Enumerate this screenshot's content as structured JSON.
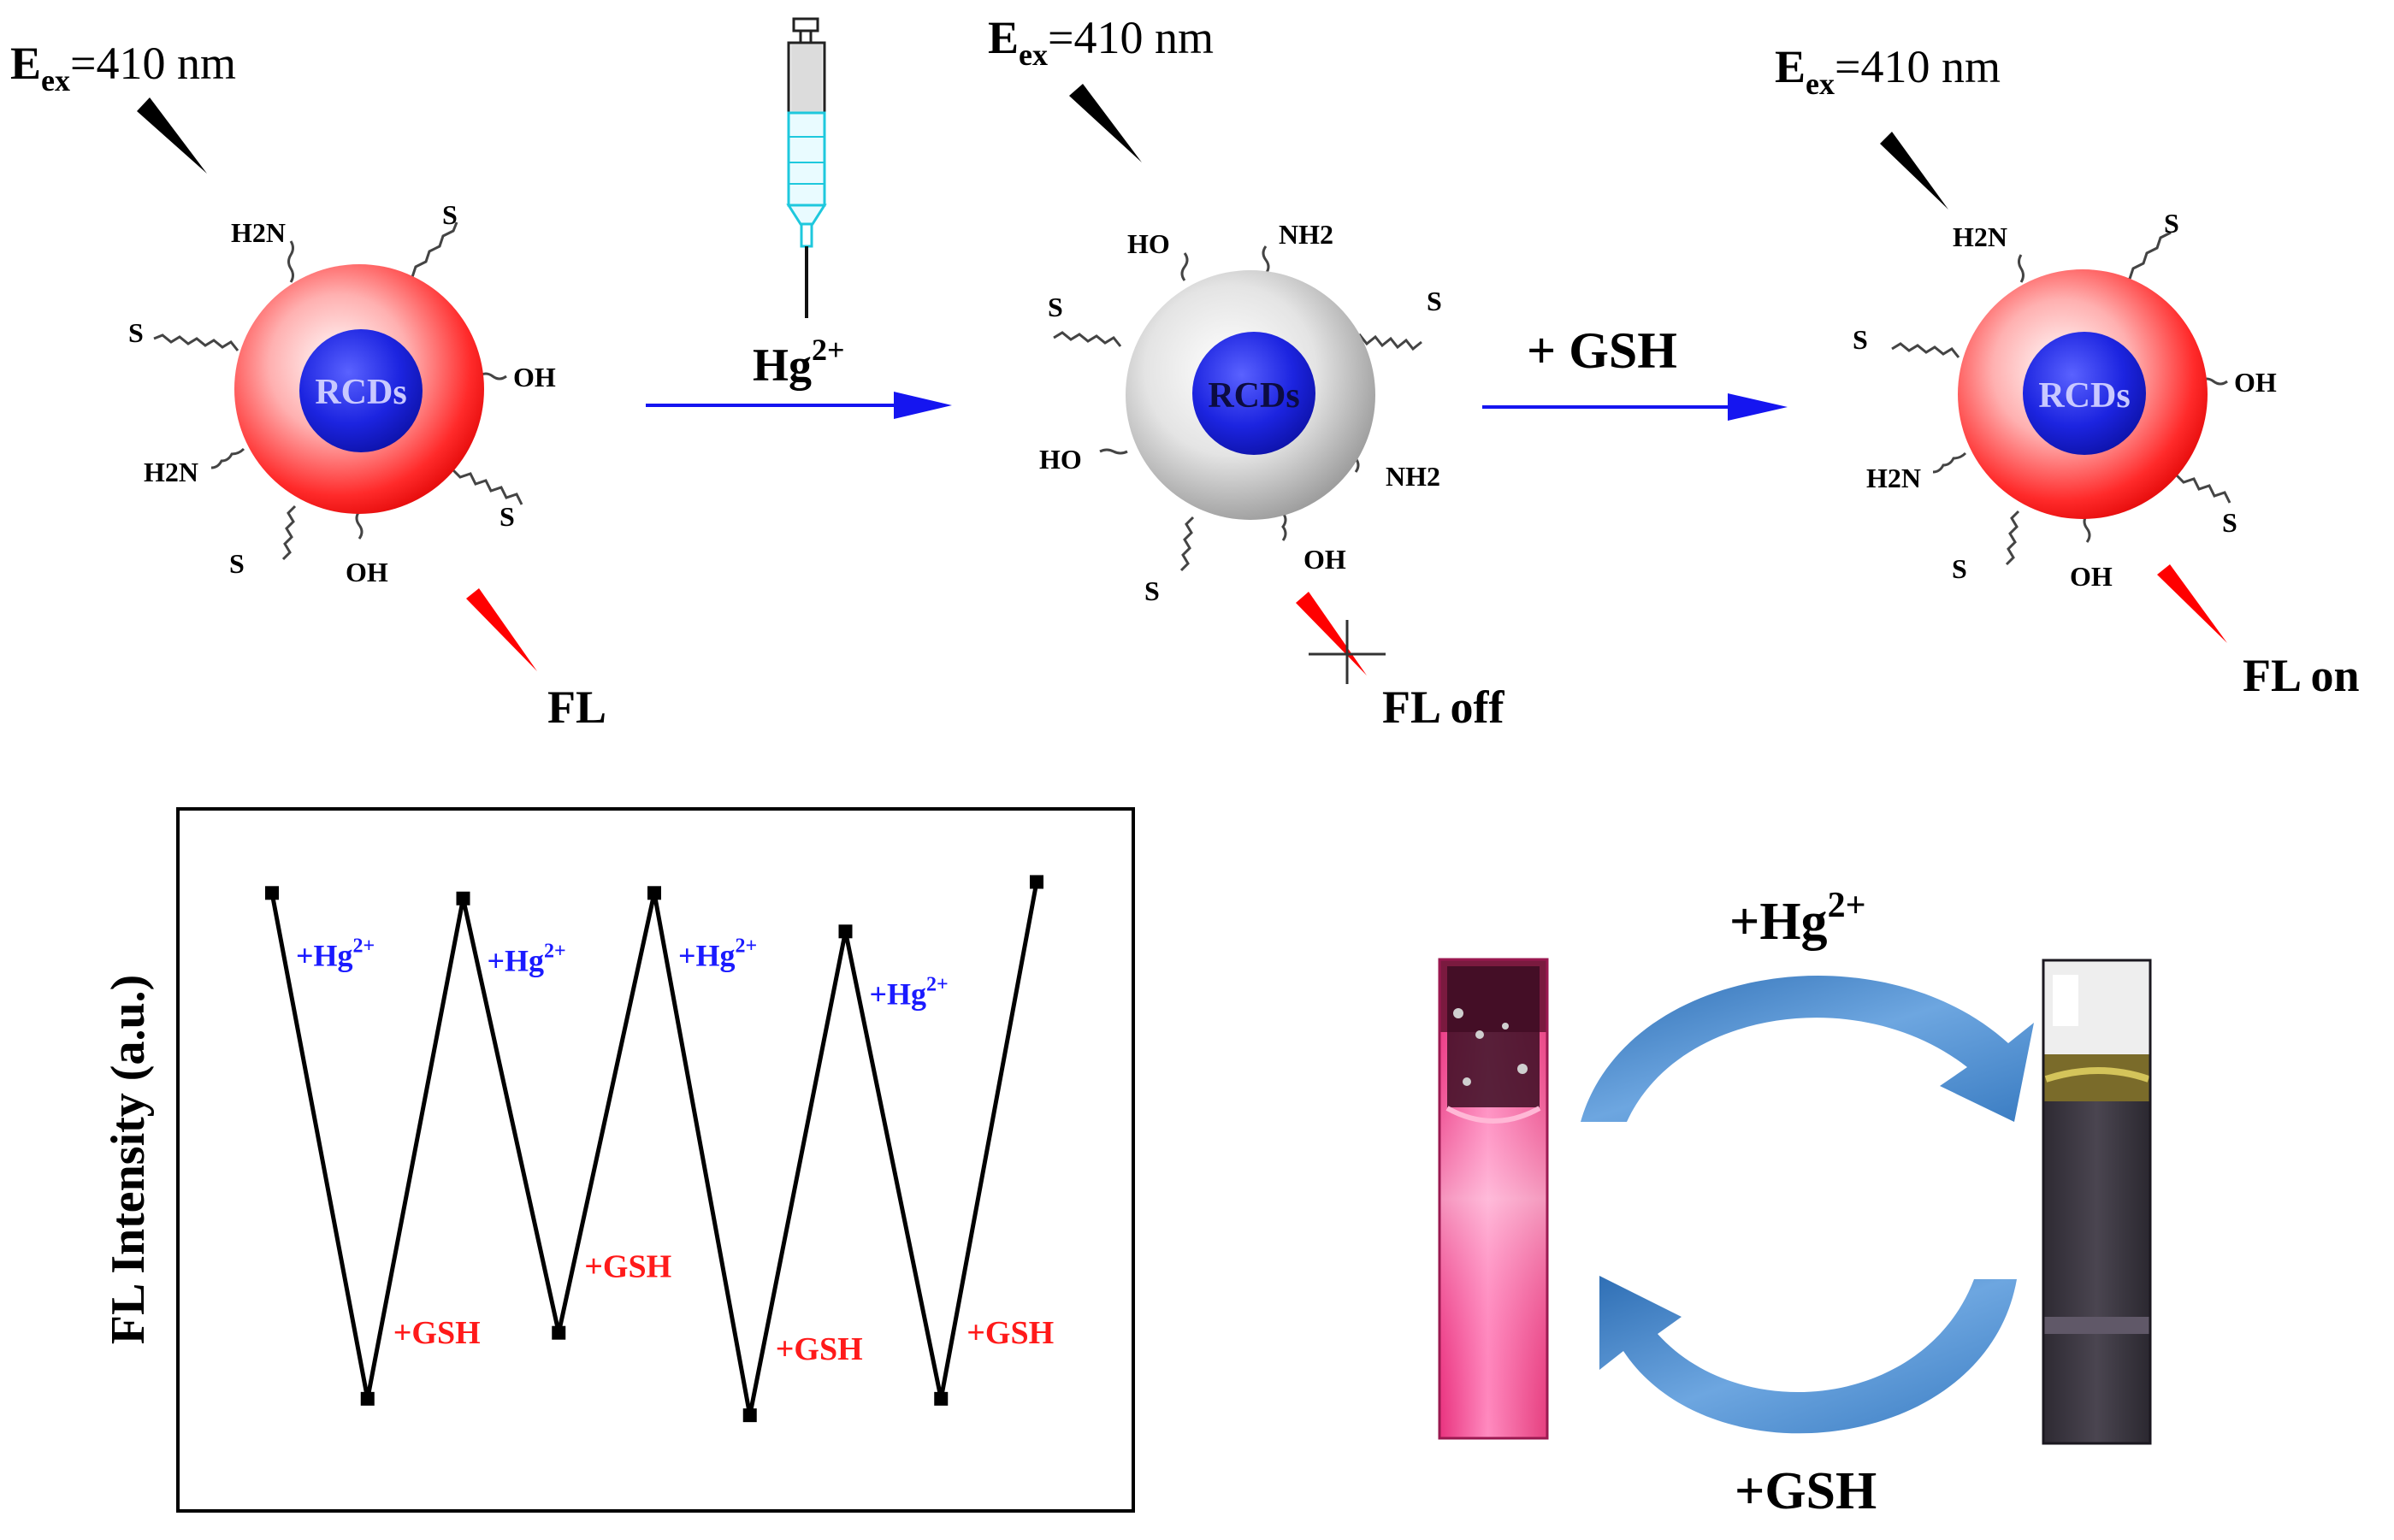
{
  "scheme": {
    "excitation": {
      "symbol": "E",
      "subscript": "ex",
      "value": "=410 nm"
    },
    "state_1": {
      "core_label": "RCDs",
      "emission_label": "FL",
      "groups": [
        "H2N",
        "S",
        "S",
        "OH",
        "H2N",
        "S",
        "S",
        "OH"
      ]
    },
    "step_1": {
      "reagent": "Hg",
      "charge": "2+"
    },
    "state_2": {
      "core_label": "RCDs",
      "emission_label": "FL off",
      "groups": [
        "HO",
        "NH2",
        "S",
        "S",
        "HO",
        "NH2",
        "S",
        "OH"
      ]
    },
    "step_2": {
      "reagent": "+ GSH"
    },
    "state_3": {
      "core_label": "RCDs",
      "emission_label": "FL on",
      "groups": [
        "H2N",
        "S",
        "S",
        "OH",
        "H2N",
        "S",
        "S",
        "OH"
      ]
    }
  },
  "chart_data": {
    "type": "line",
    "ylabel": "FL Intensity (a.u.)",
    "xlabel": "",
    "x": [
      1,
      2,
      3,
      4,
      5,
      6,
      7,
      8,
      9
    ],
    "series": [
      {
        "values": [
          0.97,
          0.05,
          0.96,
          0.17,
          0.97,
          0.02,
          0.9,
          0.05,
          0.99
        ]
      }
    ],
    "ylim": [
      0,
      1
    ],
    "point_labels": [
      "+Hg2+",
      "+GSH",
      "+Hg2+",
      "+GSH",
      "+Hg2+",
      "+GSH",
      "+Hg2+",
      "+GSH"
    ],
    "colors": {
      "line": "#000000",
      "hg": "#1a1aff",
      "gsh": "#ff1a1a"
    }
  },
  "photo_cycle": {
    "top_label": "+Hg",
    "top_charge": "2+",
    "bottom_label": "+GSH"
  },
  "colors": {
    "arrow": "#1515f0",
    "shell_red": "#ff1c1c",
    "shell_grey": "#c7c7c7",
    "core_blue": "#1c22d8",
    "core_text": "#c9c9ff",
    "cycle_arrow": "#4d8fd2",
    "emission_red": "#ff0000"
  }
}
